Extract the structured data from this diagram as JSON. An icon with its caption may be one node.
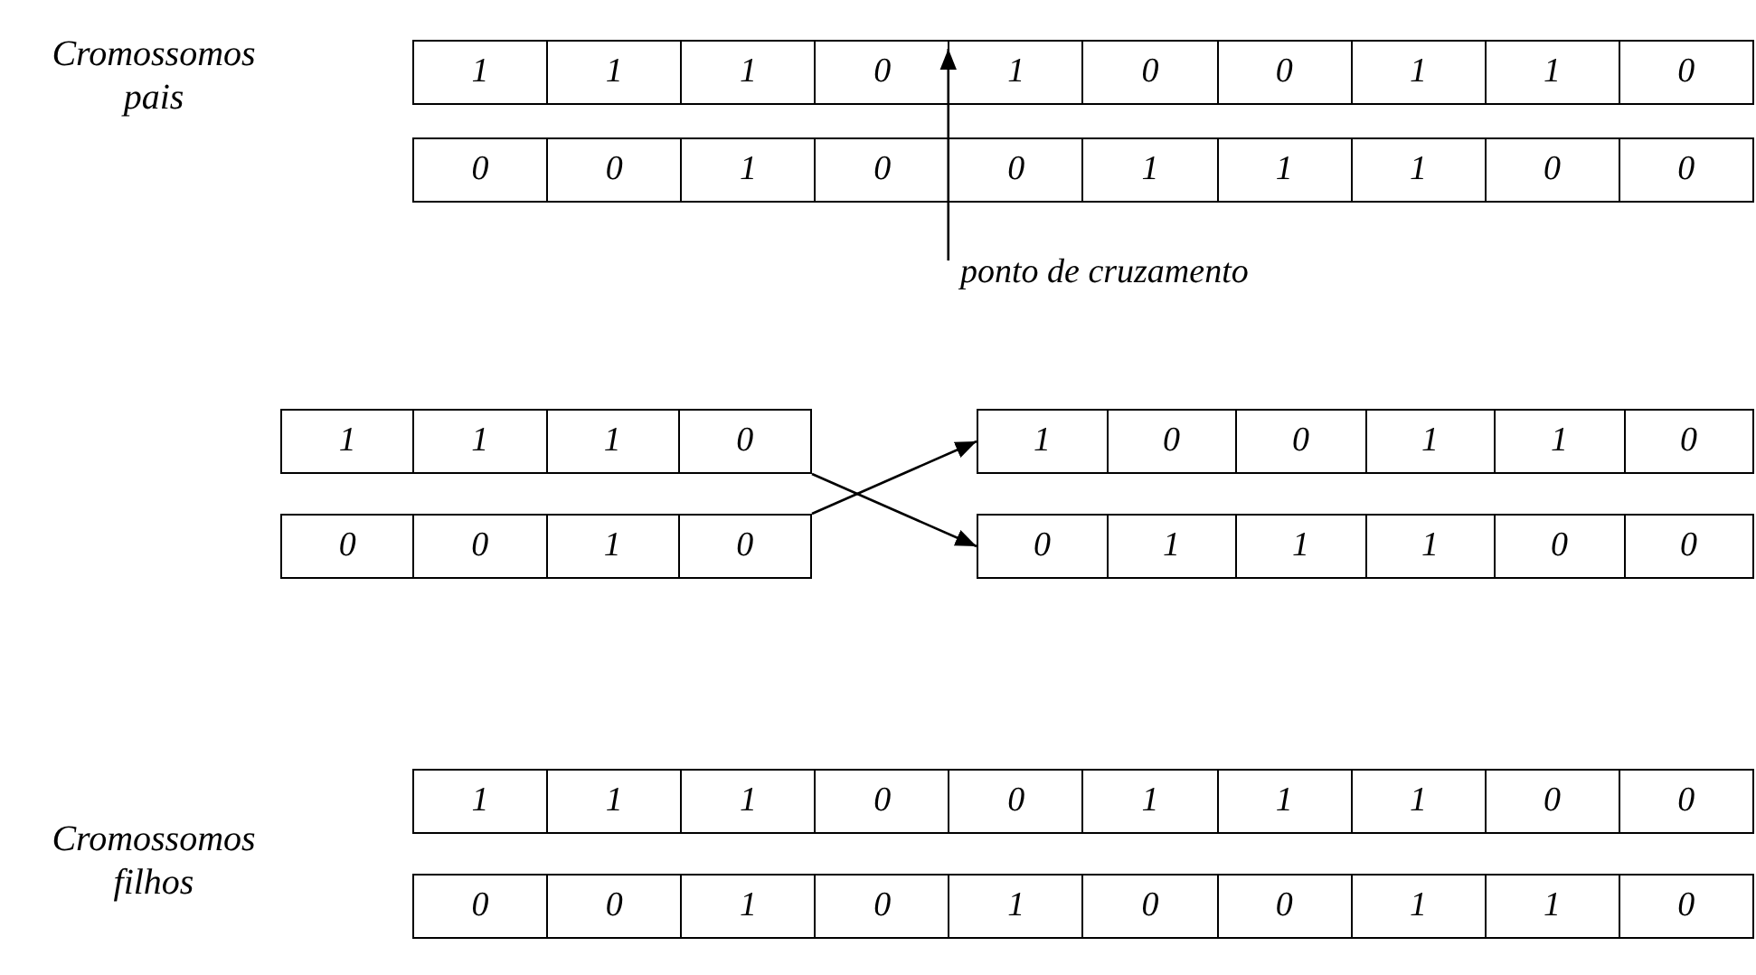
{
  "diagram": {
    "nodes": [
      {
        "text": [],
        "shape": "box"
      },
      {
        "text": [
          "1"
        ],
        "in": 0
      },
      {
        "text": [
          "1"
        ],
        "in": 0
      },
      {
        "text": [
          "1"
        ],
        "in": 0
      },
      {
        "text": [
          "0"
        ],
        "in": 0
      },
      {
        "text": [
          "1"
        ],
        "in": 0
      },
      {
        "text": [
          "0"
        ],
        "in": 0
      },
      {
        "text": [
          "0"
        ],
        "in": 0
      },
      {
        "text": [
          "1"
        ],
        "in": 0
      },
      {
        "text": [
          "1"
        ],
        "in": 0
      },
      {
        "text": [
          "0"
        ],
        "in": 0
      },
      {
        "text": [],
        "shape": "box"
      },
      {
        "text": [
          "0"
        ],
        "in": 11
      },
      {
        "text": [
          "0"
        ],
        "in": 11
      },
      {
        "text": [
          "1"
        ],
        "in": 11
      },
      {
        "text": [
          "0"
        ],
        "in": 11
      },
      {
        "text": [
          "0"
        ],
        "in": 11
      },
      {
        "text": [
          "1"
        ],
        "in": 11
      },
      {
        "text": [
          "1"
        ],
        "in": 11
      },
      {
        "text": [
          "1"
        ],
        "in": 11
      },
      {
        "text": [
          "0"
        ],
        "in": 11
      },
      {
        "text": [
          "0"
        ],
        "in": 11
      },
      {
        "text": [
          "ponto de cruzamento"
        ]
      },
      {
        "text": [],
        "shape": "box"
      },
      {
        "text": [
          "1"
        ],
        "in": 23
      },
      {
        "text": [
          "1"
        ],
        "in": 23
      },
      {
        "text": [
          "1"
        ],
        "in": 23
      },
      {
        "text": [
          "0"
        ],
        "in": 23
      },
      {
        "text": [],
        "shape": "box"
      },
      {
        "text": [
          "1"
        ],
        "in": 28
      },
      {
        "text": [
          "0"
        ],
        "in": 28
      },
      {
        "text": [
          "0"
        ],
        "in": 28
      },
      {
        "text": [
          "1"
        ],
        "in": 28
      },
      {
        "text": [
          "1"
        ],
        "in": 28
      },
      {
        "text": [
          "0"
        ],
        "in": 28
      },
      {
        "text": [],
        "shape": "box"
      },
      {
        "text": [
          "0"
        ],
        "in": 35
      },
      {
        "text": [
          "0"
        ],
        "in": 35
      },
      {
        "text": [
          "1"
        ],
        "in": 35
      },
      {
        "text": [
          "0"
        ],
        "in": 35
      },
      {
        "text": [],
        "shape": "box"
      },
      {
        "text": [
          "0"
        ],
        "in": 40
      },
      {
        "text": [
          "1"
        ],
        "in": 40
      },
      {
        "text": [
          "1"
        ],
        "in": 40
      },
      {
        "text": [
          "1"
        ],
        "in": 40
      },
      {
        "text": [
          "0"
        ],
        "in": 40
      },
      {
        "text": [
          "0"
        ],
        "in": 40
      },
      {
        "text": [],
        "shape": "box"
      },
      {
        "text": [
          "1"
        ],
        "in": 47
      },
      {
        "text": [
          "1"
        ],
        "in": 47
      },
      {
        "text": [
          "1"
        ],
        "in": 47
      },
      {
        "text": [
          "0"
        ],
        "in": 47
      },
      {
        "text": [
          "0"
        ],
        "in": 47
      },
      {
        "text": [
          "1"
        ],
        "in": 47
      },
      {
        "text": [
          "1"
        ],
        "in": 47
      },
      {
        "text": [
          "1"
        ],
        "in": 47
      },
      {
        "text": [
          "0"
        ],
        "in": 47
      },
      {
        "text": [
          "0"
        ],
        "in": 47
      },
      {
        "text": [],
        "shape": "box"
      },
      {
        "text": [
          "0"
        ],
        "in": 58
      },
      {
        "text": [
          "0"
        ],
        "in": 58
      },
      {
        "text": [
          "1"
        ],
        "in": 58
      },
      {
        "text": [
          "0"
        ],
        "in": 58
      },
      {
        "text": [
          "1"
        ],
        "in": 58
      },
      {
        "text": [
          "0"
        ],
        "in": 58
      },
      {
        "text": [
          "0"
        ],
        "in": 58
      },
      {
        "text": [
          "1"
        ],
        "in": 58
      },
      {
        "text": [
          "1"
        ],
        "in": 58
      },
      {
        "text": [
          "0"
        ],
        "in": 58
      }
    ],
    "edges": [
      {
        "from": 22,
        "to": 5,
        "arrow": "to"
      },
      {
        "from": 23,
        "to": 40,
        "arrow": "to"
      },
      {
        "from": 35,
        "to": 28,
        "arrow": "to"
      }
    ],
    "labels": [
      "Cromossomos pais",
      "Cromossomos filhos"
    ]
  }
}
